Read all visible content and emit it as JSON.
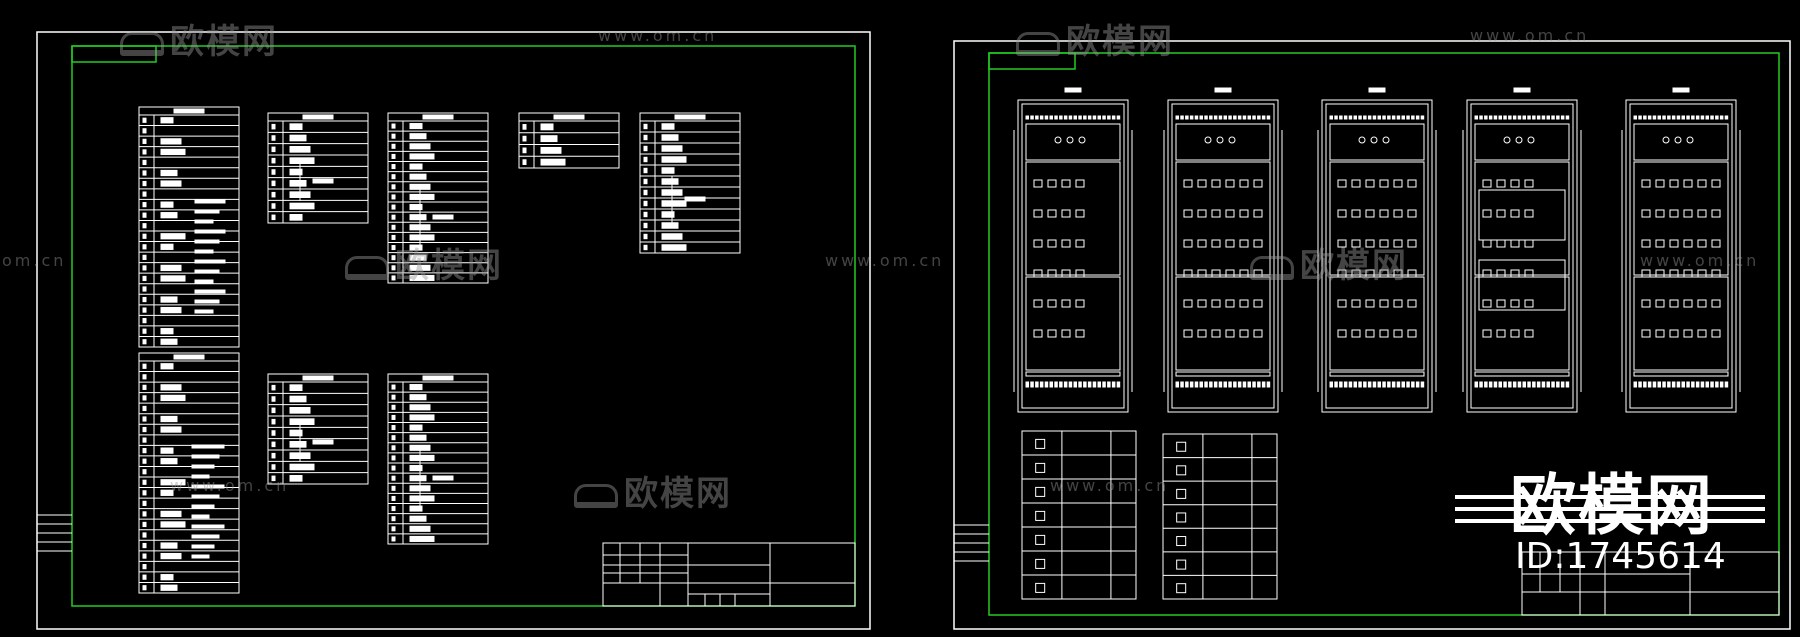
{
  "watermarks": {
    "brand_cn": "欧模网",
    "url": "www.om.cn",
    "url_partial_left": "om.cn",
    "url_partial_mid": "www.om.cn"
  },
  "brand_stamp": {
    "title": "欧模网",
    "id_text": "ID:1745614"
  },
  "colors": {
    "background": "#000000",
    "border_white": "#ffffff",
    "frame_green": "#22cc22",
    "watermark": "#8a8a8a"
  },
  "sheets": [
    {
      "name": "schedule-tables-sheet"
    },
    {
      "name": "cabinet-elevations-sheet"
    }
  ]
}
